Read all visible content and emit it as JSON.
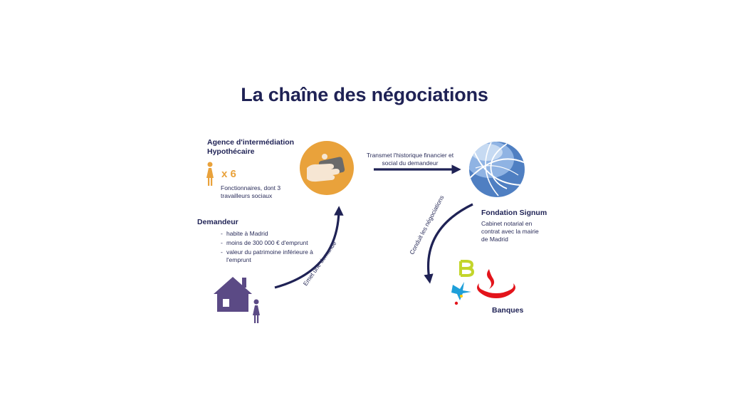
{
  "title": "La chaîne des négociations",
  "agency": {
    "name": "Agence d'intermédiation Hypothécaire",
    "multiplier": "x 6",
    "description": "Fonctionnaires, dont 3 travailleurs sociaux"
  },
  "transmit_label": "Transmet l'historique financier et social du demandeur",
  "foundation": {
    "name": "Fondation Signum",
    "description": "Cabinet notarial en contrat avec la mairie de Madrid"
  },
  "applicant": {
    "name": "Demandeur",
    "items": [
      "habite à Madrid",
      "moins de 300 000 € d'emprunt",
      "valeur du patrimoine inférieure à l'emprunt"
    ]
  },
  "request_label": "Emet une demande",
  "negotiate_label": "Conduit les négociations",
  "banks": {
    "name": "Banques"
  },
  "colors": {
    "navy": "#1f2255",
    "orange": "#e9a23b",
    "purple": "#5b4a85",
    "globe_blue": "#4f7fc2",
    "bankia_green": "#c3d52b",
    "caixa_blue": "#1e9fd9",
    "santander_red": "#e3141b"
  }
}
